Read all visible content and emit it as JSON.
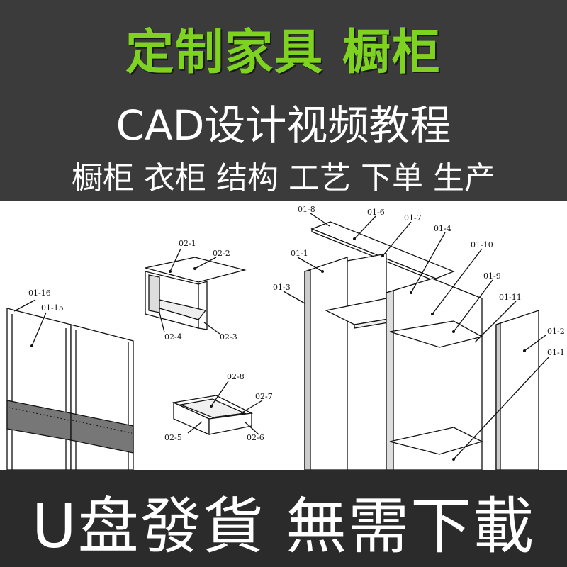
{
  "header": {
    "title": "定制家具 橱柜",
    "subtitle": "CAD设计视频教程",
    "tags": "橱柜 衣柜 结构 工艺 下单 生产"
  },
  "drawing": {
    "labels": {
      "l01_16": "01-16",
      "l01_15": "01-15",
      "l02_1": "02-1",
      "l02_2": "02-2",
      "l02_4": "02-4",
      "l02_3": "02-3",
      "l02_8": "02-8",
      "l02_7": "02-7",
      "l02_5": "02-5",
      "l02_6": "02-6",
      "l01_8": "01-8",
      "l01_6": "01-6",
      "l01_7": "01-7",
      "l01_4": "01-4",
      "l01_1": "01-1",
      "l01_3": "01-3",
      "l01_10": "01-10",
      "l01_9": "01-9",
      "l01_11": "01-11",
      "l01_2": "01-2",
      "l01_1b": "01-1"
    }
  },
  "footer": {
    "text": "U盘發貨 無需下載"
  },
  "colors": {
    "accent_green": "#7ed321",
    "top_bg": "#3b3b3b",
    "bottom_bg": "#2b2b2b"
  }
}
